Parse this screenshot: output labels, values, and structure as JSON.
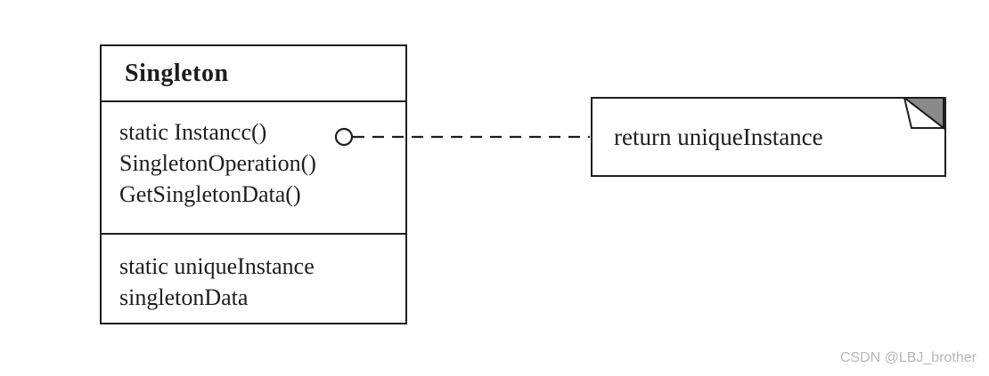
{
  "diagram": {
    "class_box": {
      "title": "Singleton",
      "methods": [
        "static Instancc()",
        "SingletonOperation()",
        "GetSingletonData()"
      ],
      "attributes": [
        "static uniqueInstance",
        "singletonData"
      ]
    },
    "note": {
      "text": "return uniqueInstance"
    },
    "connector": {
      "style": "dashed",
      "end_shape": "circle"
    },
    "colors": {
      "line": "#1d1d1d",
      "note_fold_gray": "#8a8a8a",
      "watermark_gray": "#b6b6b6",
      "background": "#ffffff"
    }
  },
  "watermark": {
    "text": "CSDN @LBJ_brother"
  }
}
